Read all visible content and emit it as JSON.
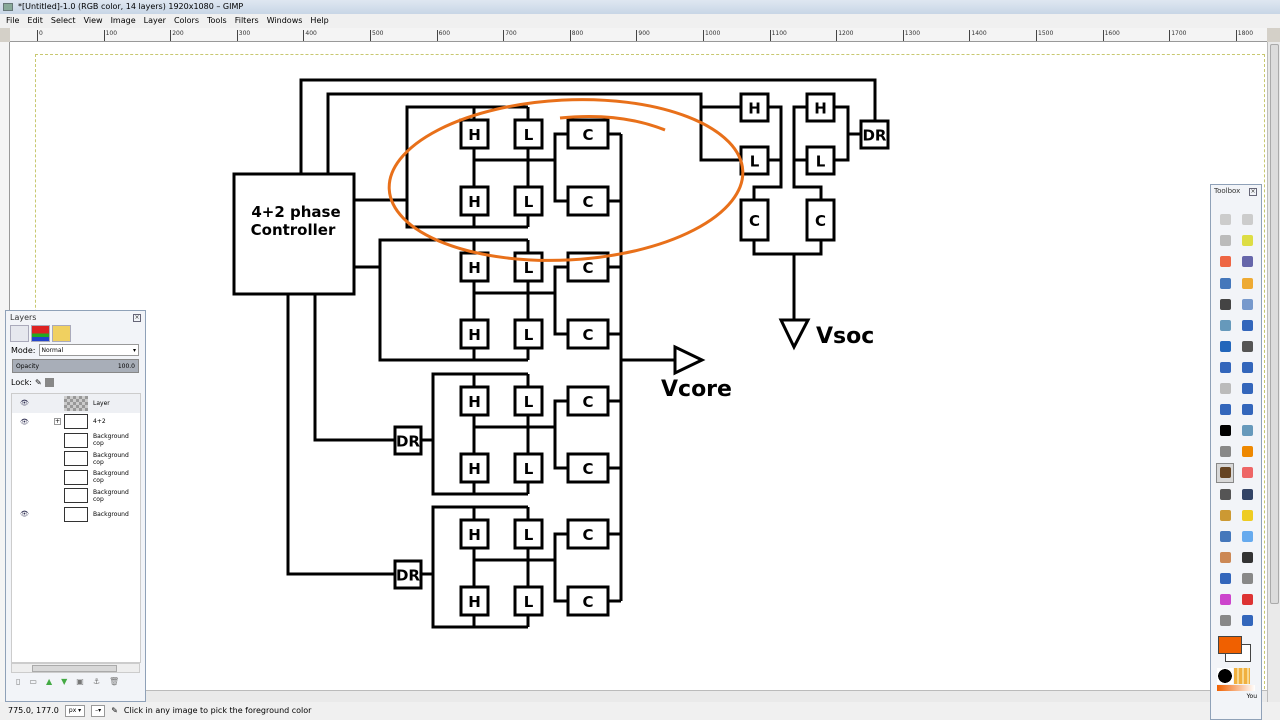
{
  "window": {
    "title": "*[Untitled]-1.0 (RGB color, 14 layers) 1920x1080 – GIMP"
  },
  "menu": [
    "File",
    "Edit",
    "Select",
    "View",
    "Image",
    "Layer",
    "Colors",
    "Tools",
    "Filters",
    "Windows",
    "Help"
  ],
  "ruler": {
    "ticks": [
      "0",
      "100",
      "200",
      "300",
      "400",
      "500",
      "600",
      "700",
      "800",
      "900",
      "1000",
      "1100",
      "1200",
      "1300",
      "1400",
      "1500",
      "1600",
      "1700",
      "1800"
    ]
  },
  "diagram": {
    "controller": [
      "4+2 phase",
      "Controller"
    ],
    "high": "H",
    "low": "L",
    "cap": "C",
    "driver": "DR",
    "vcore": "Vcore",
    "vsoc": "Vsoc",
    "annotation_color": "#e8701a"
  },
  "layers": {
    "title": "Layers",
    "mode_label": "Mode:",
    "mode_value": "Normal",
    "opacity_label": "Opacity",
    "opacity_value": "100.0",
    "lock_label": "Lock:",
    "items": [
      {
        "name": "Layer",
        "visible": true
      },
      {
        "name": "4+2",
        "visible": true
      },
      {
        "name": "Background cop",
        "visible": false
      },
      {
        "name": "Background cop",
        "visible": false
      },
      {
        "name": "Background cop",
        "visible": false
      },
      {
        "name": "Background cop",
        "visible": false
      },
      {
        "name": "Background",
        "visible": true
      }
    ]
  },
  "toolbox": {
    "title": "Toolbox",
    "fg_color": "#f06000",
    "bg_color": "#ffffff",
    "footer": "You",
    "tools": [
      "rect-select",
      "ellipse-select",
      "free-select",
      "fuzzy-select",
      "select-by-color",
      "scissors",
      "foreground-select",
      "paths",
      "color-picker",
      "zoom",
      "measure",
      "move",
      "align",
      "crop",
      "rotate",
      "scale",
      "shear",
      "perspective",
      "flip",
      "cage-transform",
      "text",
      "bucket-fill",
      "blend",
      "pencil",
      "paintbrush",
      "eraser",
      "airbrush",
      "ink",
      "clone",
      "heal",
      "perspective-clone",
      "blur",
      "smudge",
      "dodge-burn",
      "desaturate",
      "levels",
      "color-balance",
      "hue-saturation",
      "threshold",
      "curves"
    ],
    "active": "paintbrush"
  },
  "status": {
    "coords": "775.0, 177.0",
    "unit": "px",
    "zoom": "",
    "message": "Click in any image to pick the foreground color"
  }
}
